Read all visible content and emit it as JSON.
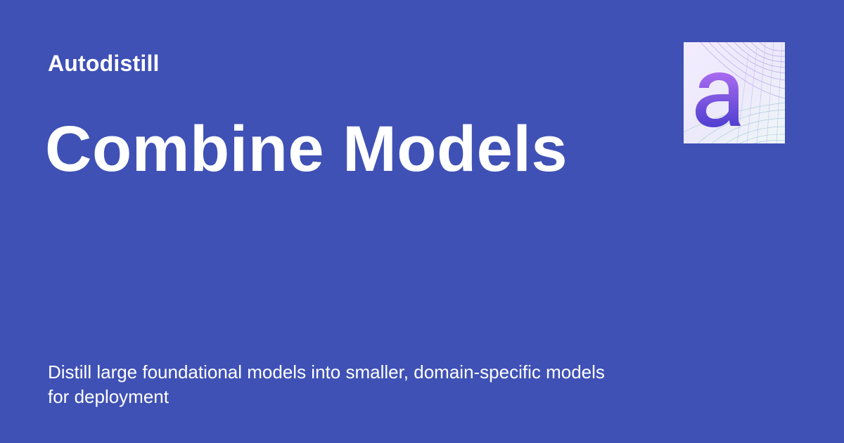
{
  "site": {
    "name": "Autodistill"
  },
  "page": {
    "title": "Combine Models",
    "description": "Distill large foundational models into smaller, domain-specific models for deployment"
  },
  "logo": {
    "letter": "a",
    "icon": "autodistill-logo-icon"
  },
  "colors": {
    "background": "#3f51b5",
    "text": "#ffffff",
    "logo_gradient_start": "#a96bf0",
    "logo_gradient_end": "#4f3fd0"
  }
}
